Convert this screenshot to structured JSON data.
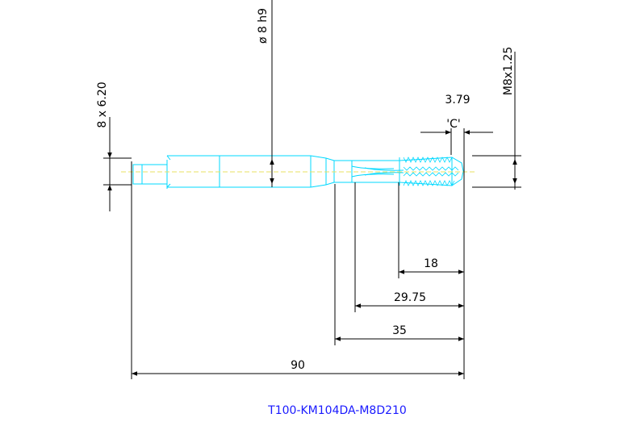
{
  "drawing": {
    "part_number": "T100-KM104DA-M8D210",
    "dims": {
      "overall_length": "90",
      "dim_35": "35",
      "dim_29_75": "29.75",
      "thread_length": "18",
      "chamfer": "3.79",
      "chamfer_label": "'C'",
      "thread_size": "M8x1.25",
      "shank_diameter": "ø 8 h9",
      "square": "8 x 6.20"
    }
  }
}
